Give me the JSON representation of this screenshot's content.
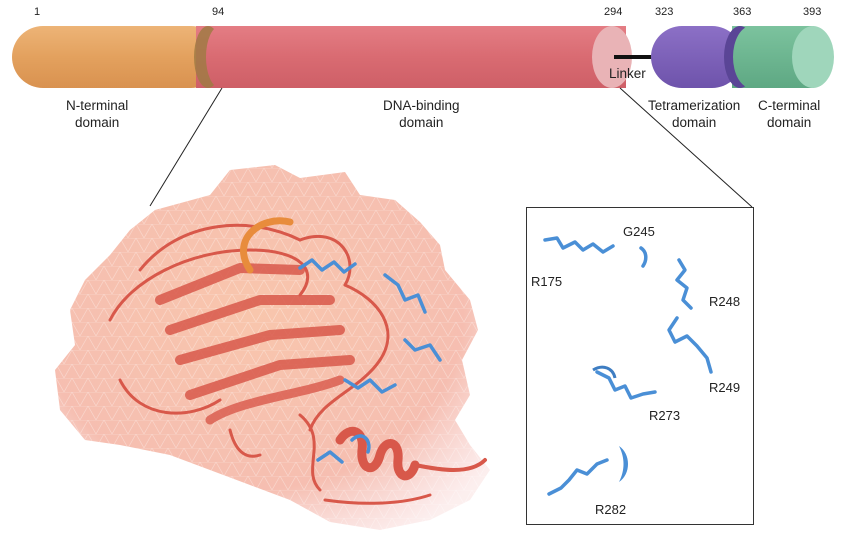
{
  "domains": [
    {
      "id": "n-terminal",
      "label_line1": "N-terminal",
      "label_line2": "domain",
      "start": "1",
      "color": "#E3A15E"
    },
    {
      "id": "dna-binding",
      "label_line1": "DNA-binding",
      "label_line2": "domain",
      "start": "94",
      "color": "#D96B72"
    },
    {
      "id": "linker",
      "label_line1": "Linker",
      "start": "294",
      "color": "#E9B3B6"
    },
    {
      "id": "tetramerization",
      "label_line1": "Tetramerization",
      "label_line2": "domain",
      "start": "323",
      "color": "#7C5FB8"
    },
    {
      "id": "c-terminal",
      "label_line1": "C-terminal",
      "label_line2": "domain",
      "start": "363",
      "end": "393",
      "color": "#6BB38F"
    }
  ],
  "hotspot_residues": [
    "G245",
    "R175",
    "R248",
    "R249",
    "R273",
    "R282"
  ],
  "colors": {
    "surface": "#F6B6A0",
    "ribbon": "#D8584A",
    "residue": "#4A8FD6"
  }
}
